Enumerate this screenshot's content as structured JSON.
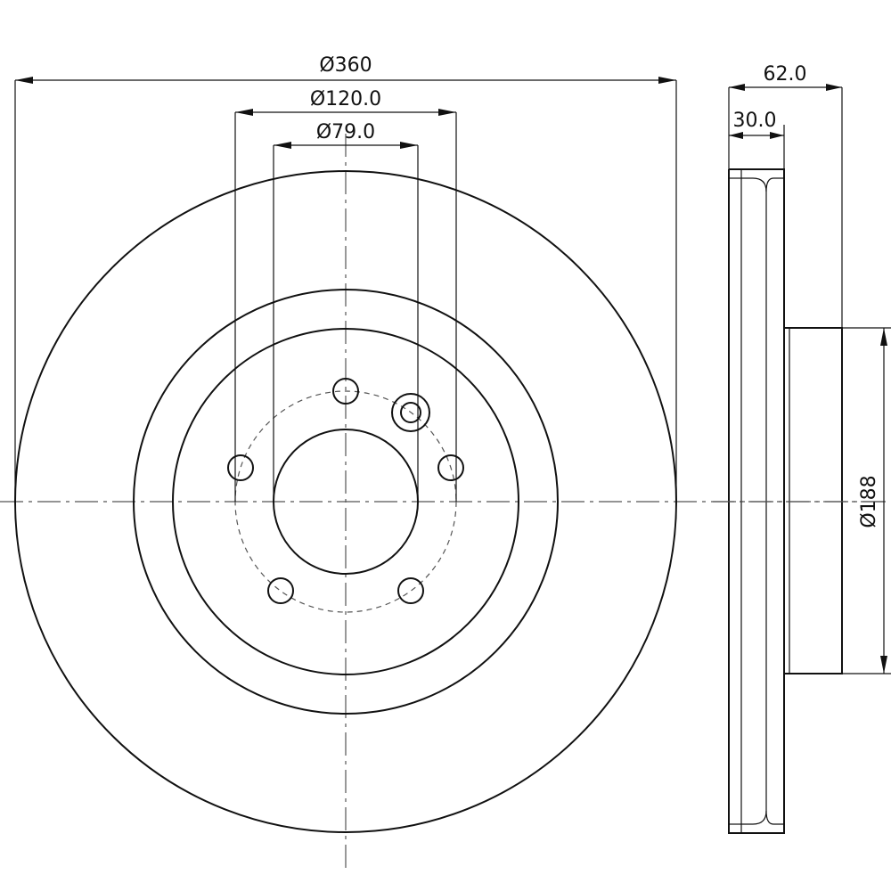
{
  "dimensions": {
    "outer_diameter": "Ø360",
    "pcd_diameter": "Ø120.0",
    "center_bore": "Ø79.0",
    "total_height": "62.0",
    "disc_thickness": "30.0",
    "hat_diameter": "Ø188"
  },
  "colors": {
    "line": "#111111",
    "center_line": "#555555",
    "background": "#ffffff"
  },
  "features": {
    "bolt_holes": 5,
    "locating_holes": 1
  }
}
